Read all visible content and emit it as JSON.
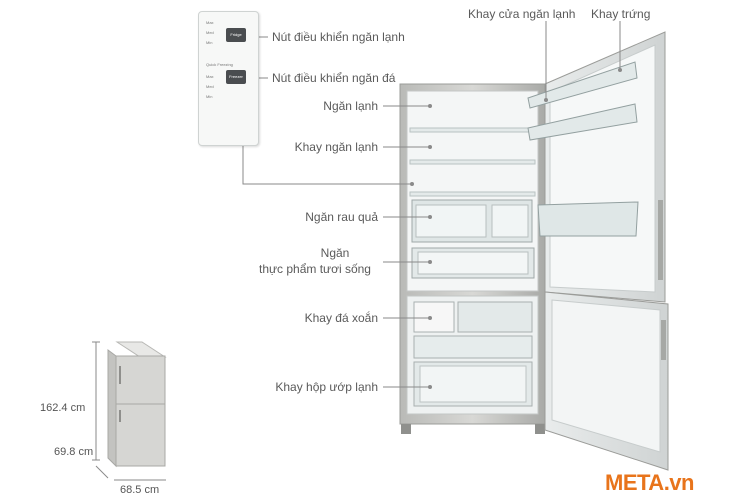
{
  "callouts": {
    "fridge_button": "Nút điều khiển ngăn lạnh",
    "freezer_button": "Nút điều khiển ngăn đá",
    "fridge_compartment": "Ngăn lạnh",
    "fridge_shelf": "Khay ngăn lạnh",
    "vegetable_drawer": "Ngăn rau quả",
    "fresh_food_line1": "Ngăn",
    "fresh_food_line2": "thực phẩm tươi sống",
    "ice_tray": "Khay đá xoắn",
    "freezer_box": "Khay hộp ướp lạnh",
    "door_shelf": "Khay cửa ngăn lạnh",
    "egg_tray": "Khay trứng"
  },
  "panel": {
    "fridge_btn": "Fridge",
    "freezer_btn": "Freezer",
    "fridge_levels": [
      "Max",
      "Med",
      "Min"
    ],
    "freezer_levels": [
      "Quick Freezing",
      "Max",
      "Med",
      "Min"
    ]
  },
  "dimensions": {
    "height": "162.4 cm",
    "depth": "69.8 cm",
    "width": "68.5 cm"
  },
  "brand": {
    "logo": "META.vn",
    "color": "#e8741b"
  },
  "colors": {
    "callout_line": "#8a8a8a",
    "fridge_body": "#c9c9c6",
    "interior": "#eef1f1"
  }
}
